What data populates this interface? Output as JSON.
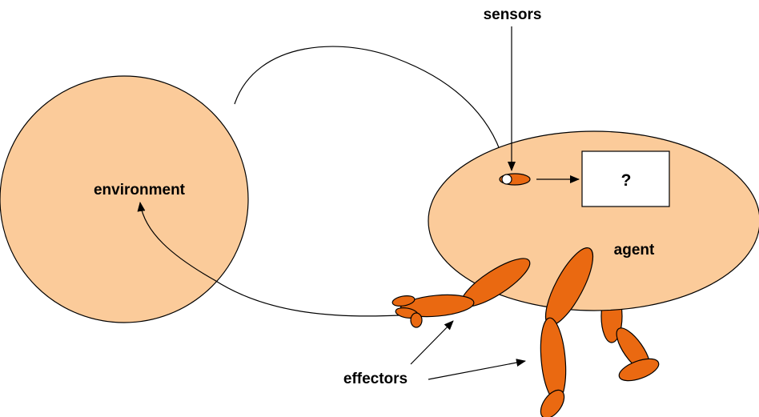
{
  "labels": {
    "environment": "environment",
    "agent": "agent",
    "sensors": "sensors",
    "effectors": "effectors",
    "box": "?"
  },
  "colors": {
    "body_fill": "#FBCB9A",
    "limb_fill": "#EA6911",
    "stroke": "#000000",
    "box_fill": "#FFFFFF"
  }
}
